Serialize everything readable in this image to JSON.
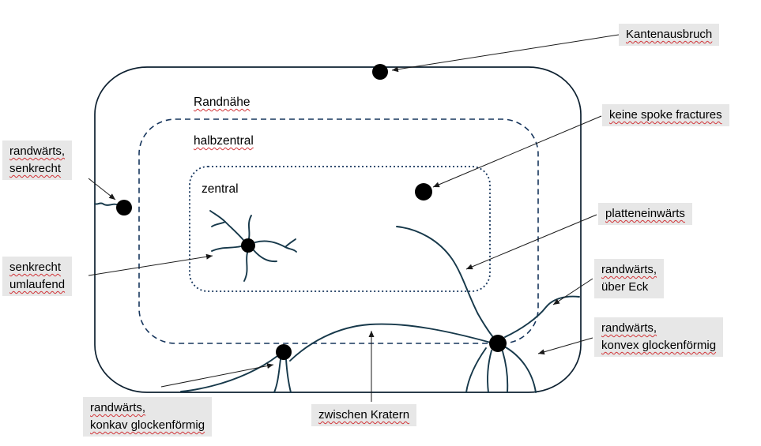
{
  "regions": {
    "randnaehe": "Randnähe",
    "halbzentral": "halbzentral",
    "zentral": "zentral"
  },
  "callouts": {
    "kantenausbruch": {
      "text": "Kantenausbruch"
    },
    "keine_spoke_fractures": {
      "text": "keine spoke fractures"
    },
    "randwaerts_senkrecht": {
      "line1": "randwärts,",
      "line2": "senkrecht"
    },
    "platteneinwaerts": {
      "text": "platteneinwärts"
    },
    "senkrecht_umlaufend": {
      "line1": "senkrecht",
      "line2": "umlaufend"
    },
    "randwaerts_ueber_eck": {
      "line1": "randwärts,",
      "line2": "über Eck"
    },
    "randwaerts_konvex": {
      "line1": "randwärts,",
      "line2": "konvex glockenförmig"
    },
    "randwaerts_konkav": {
      "line1": "randwärts,",
      "line2": "konkav glockenförmig"
    },
    "zwischen_kratern": {
      "text": "zwischen Kratern"
    }
  },
  "colors": {
    "callout_bg": "#e7e7e7",
    "plate_outline": "#0d2030",
    "zone_boundary": "#17365d",
    "crack": "#16384a",
    "crater": "#000000",
    "arrow": "#1a1a1a",
    "spellcheck_underline": "#d13438"
  }
}
